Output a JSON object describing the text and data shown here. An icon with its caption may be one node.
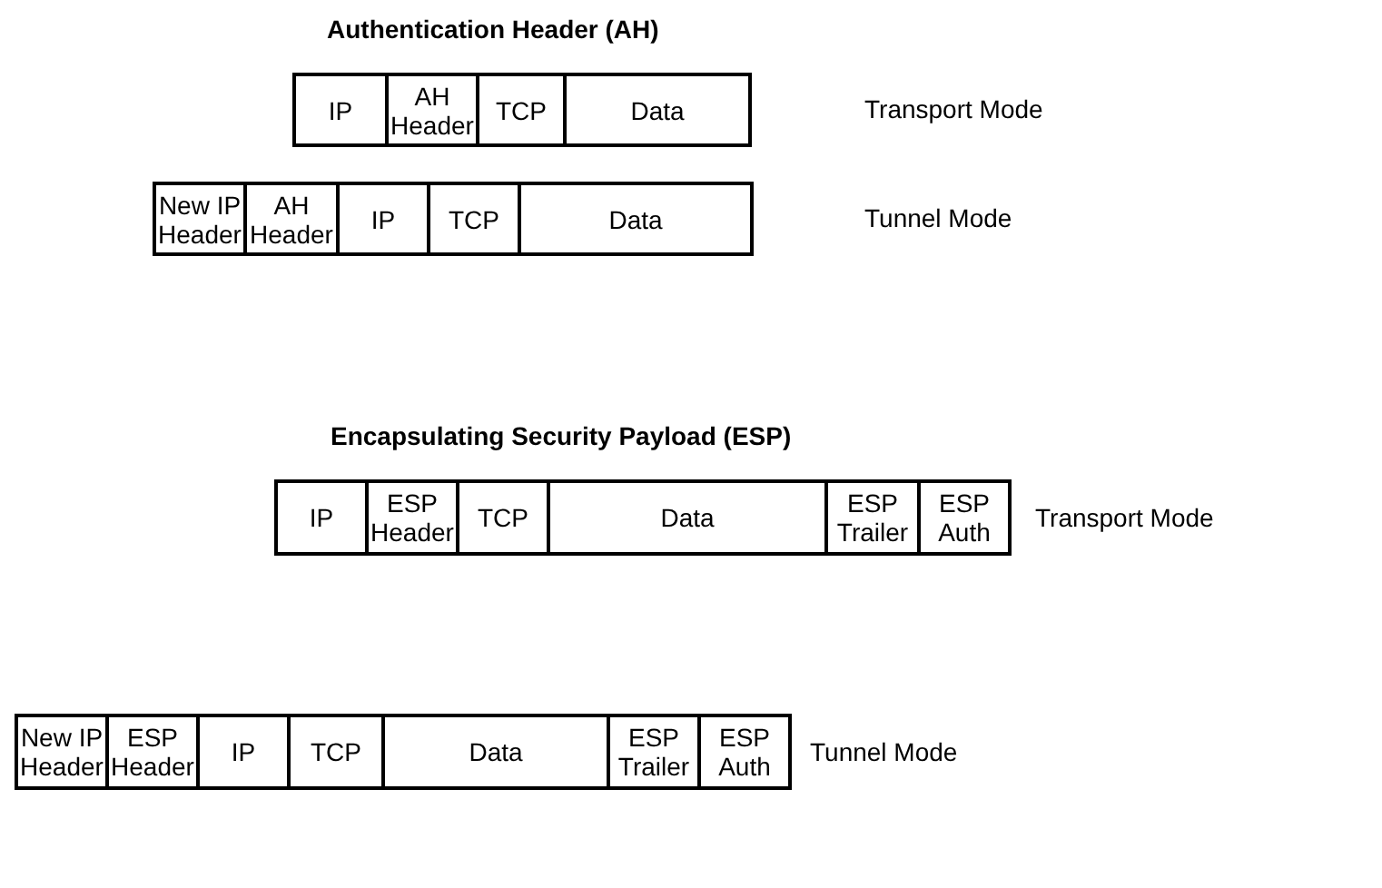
{
  "diagram": {
    "nodes": [
      {
        "text": [
          "IP"
        ]
      },
      {
        "text": [
          "AH Header"
        ]
      },
      {
        "text": [
          "TCP"
        ]
      },
      {
        "text": [
          "Data"
        ]
      },
      {
        "text": [
          "New IP Header"
        ]
      },
      {
        "text": [
          "AH Header"
        ]
      },
      {
        "text": [
          "IP"
        ]
      },
      {
        "text": [
          "TCP"
        ]
      },
      {
        "text": [
          "Data"
        ]
      },
      {
        "text": [
          "IP"
        ]
      },
      {
        "text": [
          "ESP Header"
        ]
      },
      {
        "text": [
          "TCP"
        ]
      },
      {
        "text": [
          "Data"
        ]
      },
      {
        "text": [
          "ESP Trailer"
        ]
      },
      {
        "text": [
          "ESP Auth"
        ]
      },
      {
        "text": [
          "New IP Header"
        ]
      },
      {
        "text": [
          "ESP Header"
        ]
      },
      {
        "text": [
          "IP"
        ]
      },
      {
        "text": [
          "TCP"
        ]
      },
      {
        "text": [
          "Data"
        ]
      },
      {
        "text": [
          "ESP Trailer"
        ]
      },
      {
        "text": [
          "ESP Auth"
        ]
      }
    ],
    "edges": [],
    "labels": [
      "Authentication Header (AH)",
      "Transport Mode",
      "Tunnel Mode",
      "Encapsulating Security Payload (ESP)",
      "Transport Mode",
      "Tunnel Mode"
    ]
  }
}
